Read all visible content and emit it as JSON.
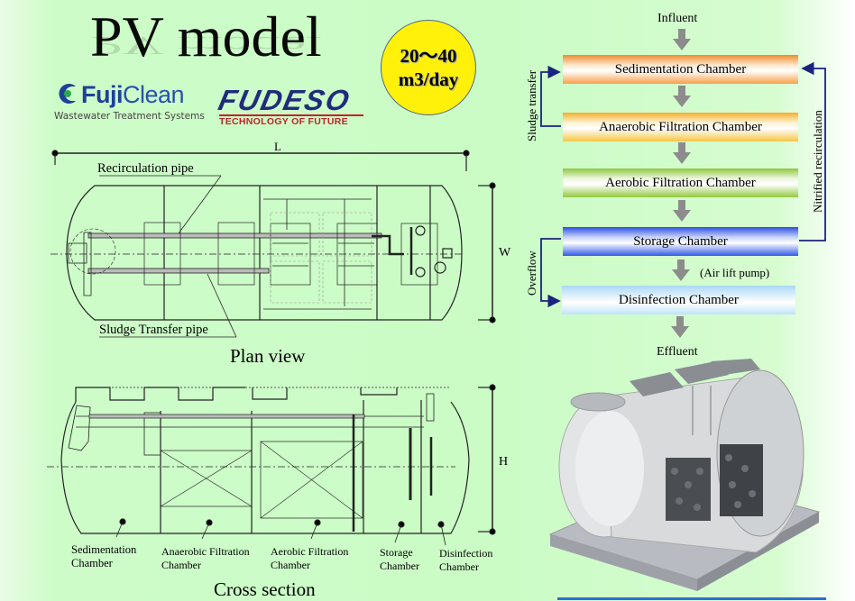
{
  "header": {
    "title": "PV model",
    "capacity_badge": {
      "line1": "20〜40",
      "line2": "m3/day",
      "color": "#fff10a"
    },
    "logos": {
      "fujiclean": {
        "name_part1": "Fuji",
        "name_part2": "Clean",
        "tagline": "Wastewater Treatment Systems",
        "color": "#1e3f9a"
      },
      "fudeso": {
        "name": "FUDESO",
        "tagline": "TECHNOLOGY OF FUTURE",
        "color": "#1f2c7a",
        "accent": "#c0232c"
      }
    }
  },
  "plan_view": {
    "caption": "Plan view",
    "dimension_length": "L",
    "dimension_width": "W",
    "labels": {
      "recirculation_pipe": "Recirculation pipe",
      "sludge_transfer_pipe": "Sludge Transfer pipe"
    }
  },
  "cross_section": {
    "caption": "Cross section",
    "dimension_height": "H",
    "chambers": [
      {
        "line1": "Sedimentation",
        "line2": "Chamber"
      },
      {
        "line1": "Anaerobic Filtration",
        "line2": "Chamber"
      },
      {
        "line1": "Aerobic Filtration",
        "line2": "Chamber"
      },
      {
        "line1": "Storage",
        "line2": "Chamber"
      },
      {
        "line1": "Disinfection",
        "line2": "Chamber"
      }
    ]
  },
  "flow": {
    "influent": "Influent",
    "effluent": "Effluent",
    "steps": [
      {
        "label": "Sedimentation Chamber",
        "color": "#f08a2c"
      },
      {
        "label": "Anaerobic Filtration Chamber",
        "color": "#f5ad2a"
      },
      {
        "label": "Aerobic Filtration Chamber",
        "color": "#8dc63f"
      },
      {
        "label": "Storage Chamber",
        "color": "#2c4fe0"
      },
      {
        "label": "Disinfection Chamber",
        "color": "#a9d8f5"
      }
    ],
    "air_lift_pump": "(Air lift pump)",
    "side_labels": {
      "sludge_transfer": "Sludge transfer",
      "overflow": "Overflow",
      "nitrified_recirculation": "Nitrified recirculation"
    },
    "loop_color": "#1a237e"
  },
  "product_image": {
    "alt": "3D cutaway of PV model wastewater treatment tank"
  }
}
